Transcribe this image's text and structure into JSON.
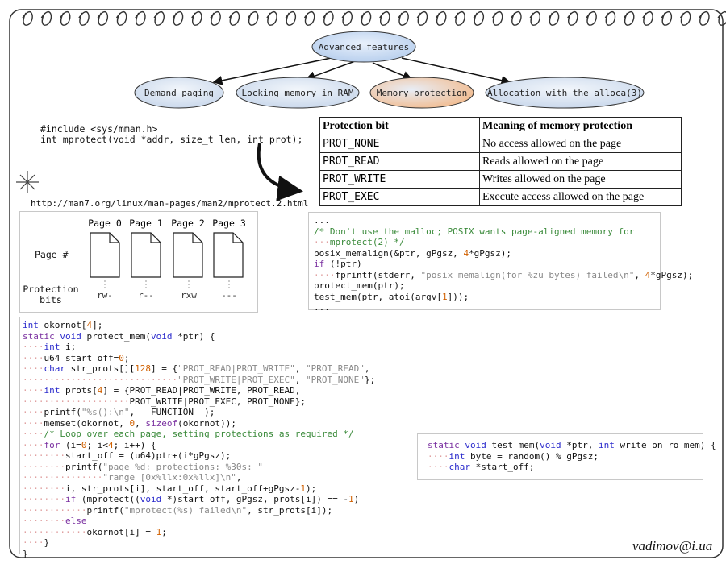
{
  "tree": {
    "root": "Advanced features",
    "children": [
      "Demand paging",
      "Locking memory in RAM",
      "Memory protection",
      "Allocation with the alloca(3)"
    ]
  },
  "signature": {
    "include": "#include <sys/mman.h>",
    "proto": "int mprotect(void *addr, size_t len, int prot);",
    "url": "http://man7.org/linux/man-pages/man2/mprotect.2.html"
  },
  "table": {
    "headers": [
      "Protection bit",
      "Meaning of memory protection"
    ],
    "rows": [
      [
        "PROT_NONE",
        "No access allowed on the page"
      ],
      [
        "PROT_READ",
        "Reads allowed on the page"
      ],
      [
        "PROT_WRITE",
        "Writes allowed on the page"
      ],
      [
        "PROT_EXEC",
        "Execute access allowed on the page"
      ]
    ]
  },
  "pages": {
    "row_label": "Page #",
    "bits_label": "Protection bits",
    "items": [
      {
        "name": "Page 0",
        "bits": "rw-"
      },
      {
        "name": "Page 1",
        "bits": "r--"
      },
      {
        "name": "Page 2",
        "bits": "rxw"
      },
      {
        "name": "Page 3",
        "bits": "---"
      }
    ]
  },
  "code_main": [
    "...",
    "/* Don't use the malloc; POSIX wants page-aligned memory for",
    "   mprotect(2) */",
    "posix_memalign(&ptr, gPgsz, 4*gPgsz);",
    "if (!ptr)",
    "    fprintf(stderr, \"posix_memalign(for %zu bytes) failed\\n\", 4*gPgsz);",
    "protect_mem(ptr);",
    "test_mem(ptr, atoi(argv[1]));",
    "..."
  ],
  "code_protect": [
    "int okornot[4];",
    "static void protect_mem(void *ptr) {",
    "    int i;",
    "    u64 start_off=0;",
    "    char str_prots[][128] = {\"PROT_READ|PROT_WRITE\", \"PROT_READ\",",
    "                             \"PROT_WRITE|PROT_EXEC\", \"PROT_NONE\"};",
    "    int prots[4] = {PROT_READ|PROT_WRITE, PROT_READ,",
    "                    PROT_WRITE|PROT_EXEC, PROT_NONE};",
    "    printf(\"%s():\\n\", __FUNCTION__);",
    "    memset(okornot, 0, sizeof(okornot));",
    "    /* Loop over each page, setting protections as required */",
    "    for (i=0; i<4; i++) {",
    "        start_off = (u64)ptr+(i*gPgsz);",
    "        printf(\"page %d: protections: %30s: \"",
    "               \"range [0x%llx:0x%llx]\\n\",",
    "        i, str_prots[i], start_off, start_off+gPgsz-1);",
    "        if (mprotect((void *)start_off, gPgsz, prots[i]) == -1)",
    "            printf(\"mprotect(%s) failed\\n\", str_prots[i]);",
    "        else",
    "            okornot[i] = 1;",
    "    }",
    "}"
  ],
  "code_test": [
    "static void test_mem(void *ptr, int write_on_ro_mem) {",
    "    int byte = random() % gPgsz;",
    "    char *start_off;"
  ],
  "author": "vadimov@i.ua",
  "colors": {
    "root_fill": "#cfe0f5",
    "node_fill": "#dde6f2",
    "highlight_fill": "#f4c9a4"
  }
}
